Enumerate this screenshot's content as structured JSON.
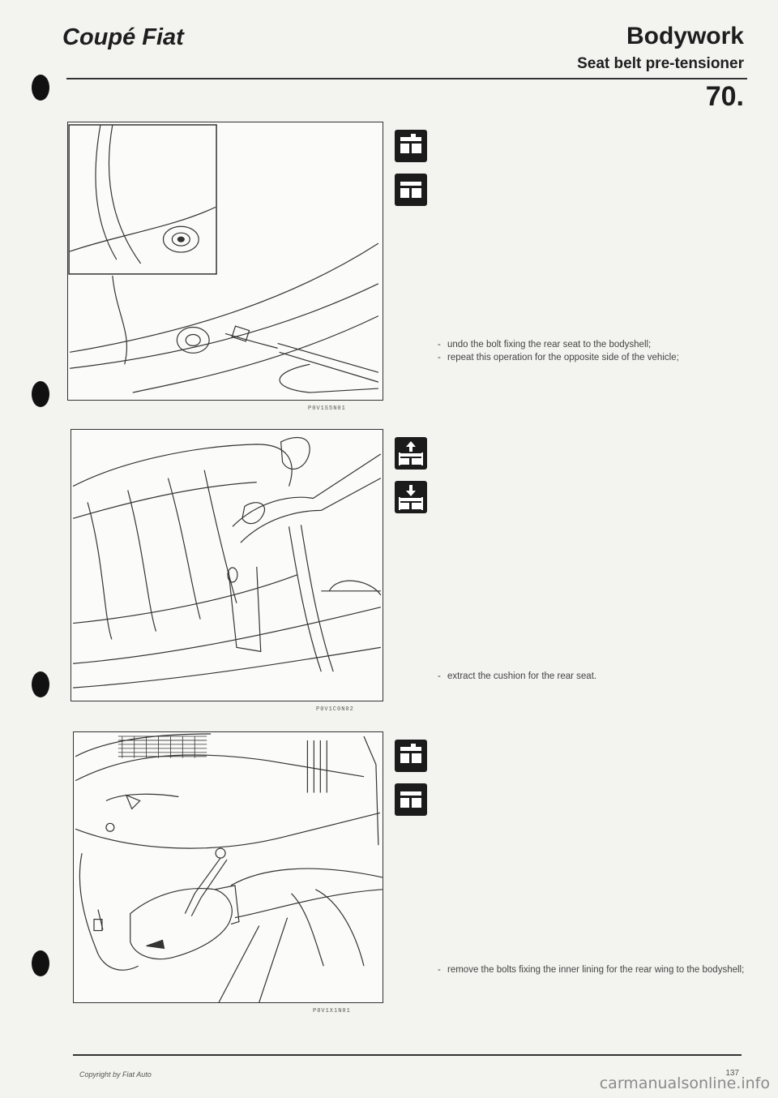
{
  "header": {
    "brand": "Coupé Fiat",
    "section": "Bodywork",
    "subsection": "Seat belt pre-tensioner",
    "page_code": "70."
  },
  "figures": [
    {
      "code": "P0V1S5N01"
    },
    {
      "code": "P0V1C0N02"
    },
    {
      "code": "P0V1X1N01"
    }
  ],
  "icons": [
    {
      "name": "remove-icon"
    },
    {
      "name": "refit-icon"
    },
    {
      "name": "lift-out-icon"
    },
    {
      "name": "lower-in-icon"
    },
    {
      "name": "remove-icon"
    },
    {
      "name": "refit-icon"
    }
  ],
  "instructions": {
    "step1": [
      "undo the bolt fixing the rear seat to the bodyshell;",
      "repeat this operation for the opposite side of the vehicle;"
    ],
    "step2": [
      "extract the cushion for the rear seat."
    ],
    "step3": [
      "remove the bolts fixing the inner lining for the rear wing to the bodyshell;"
    ]
  },
  "footer": {
    "copyright": "Copyright by Fiat Auto",
    "page_number": "137"
  },
  "watermark": "carmanualsonline.info"
}
